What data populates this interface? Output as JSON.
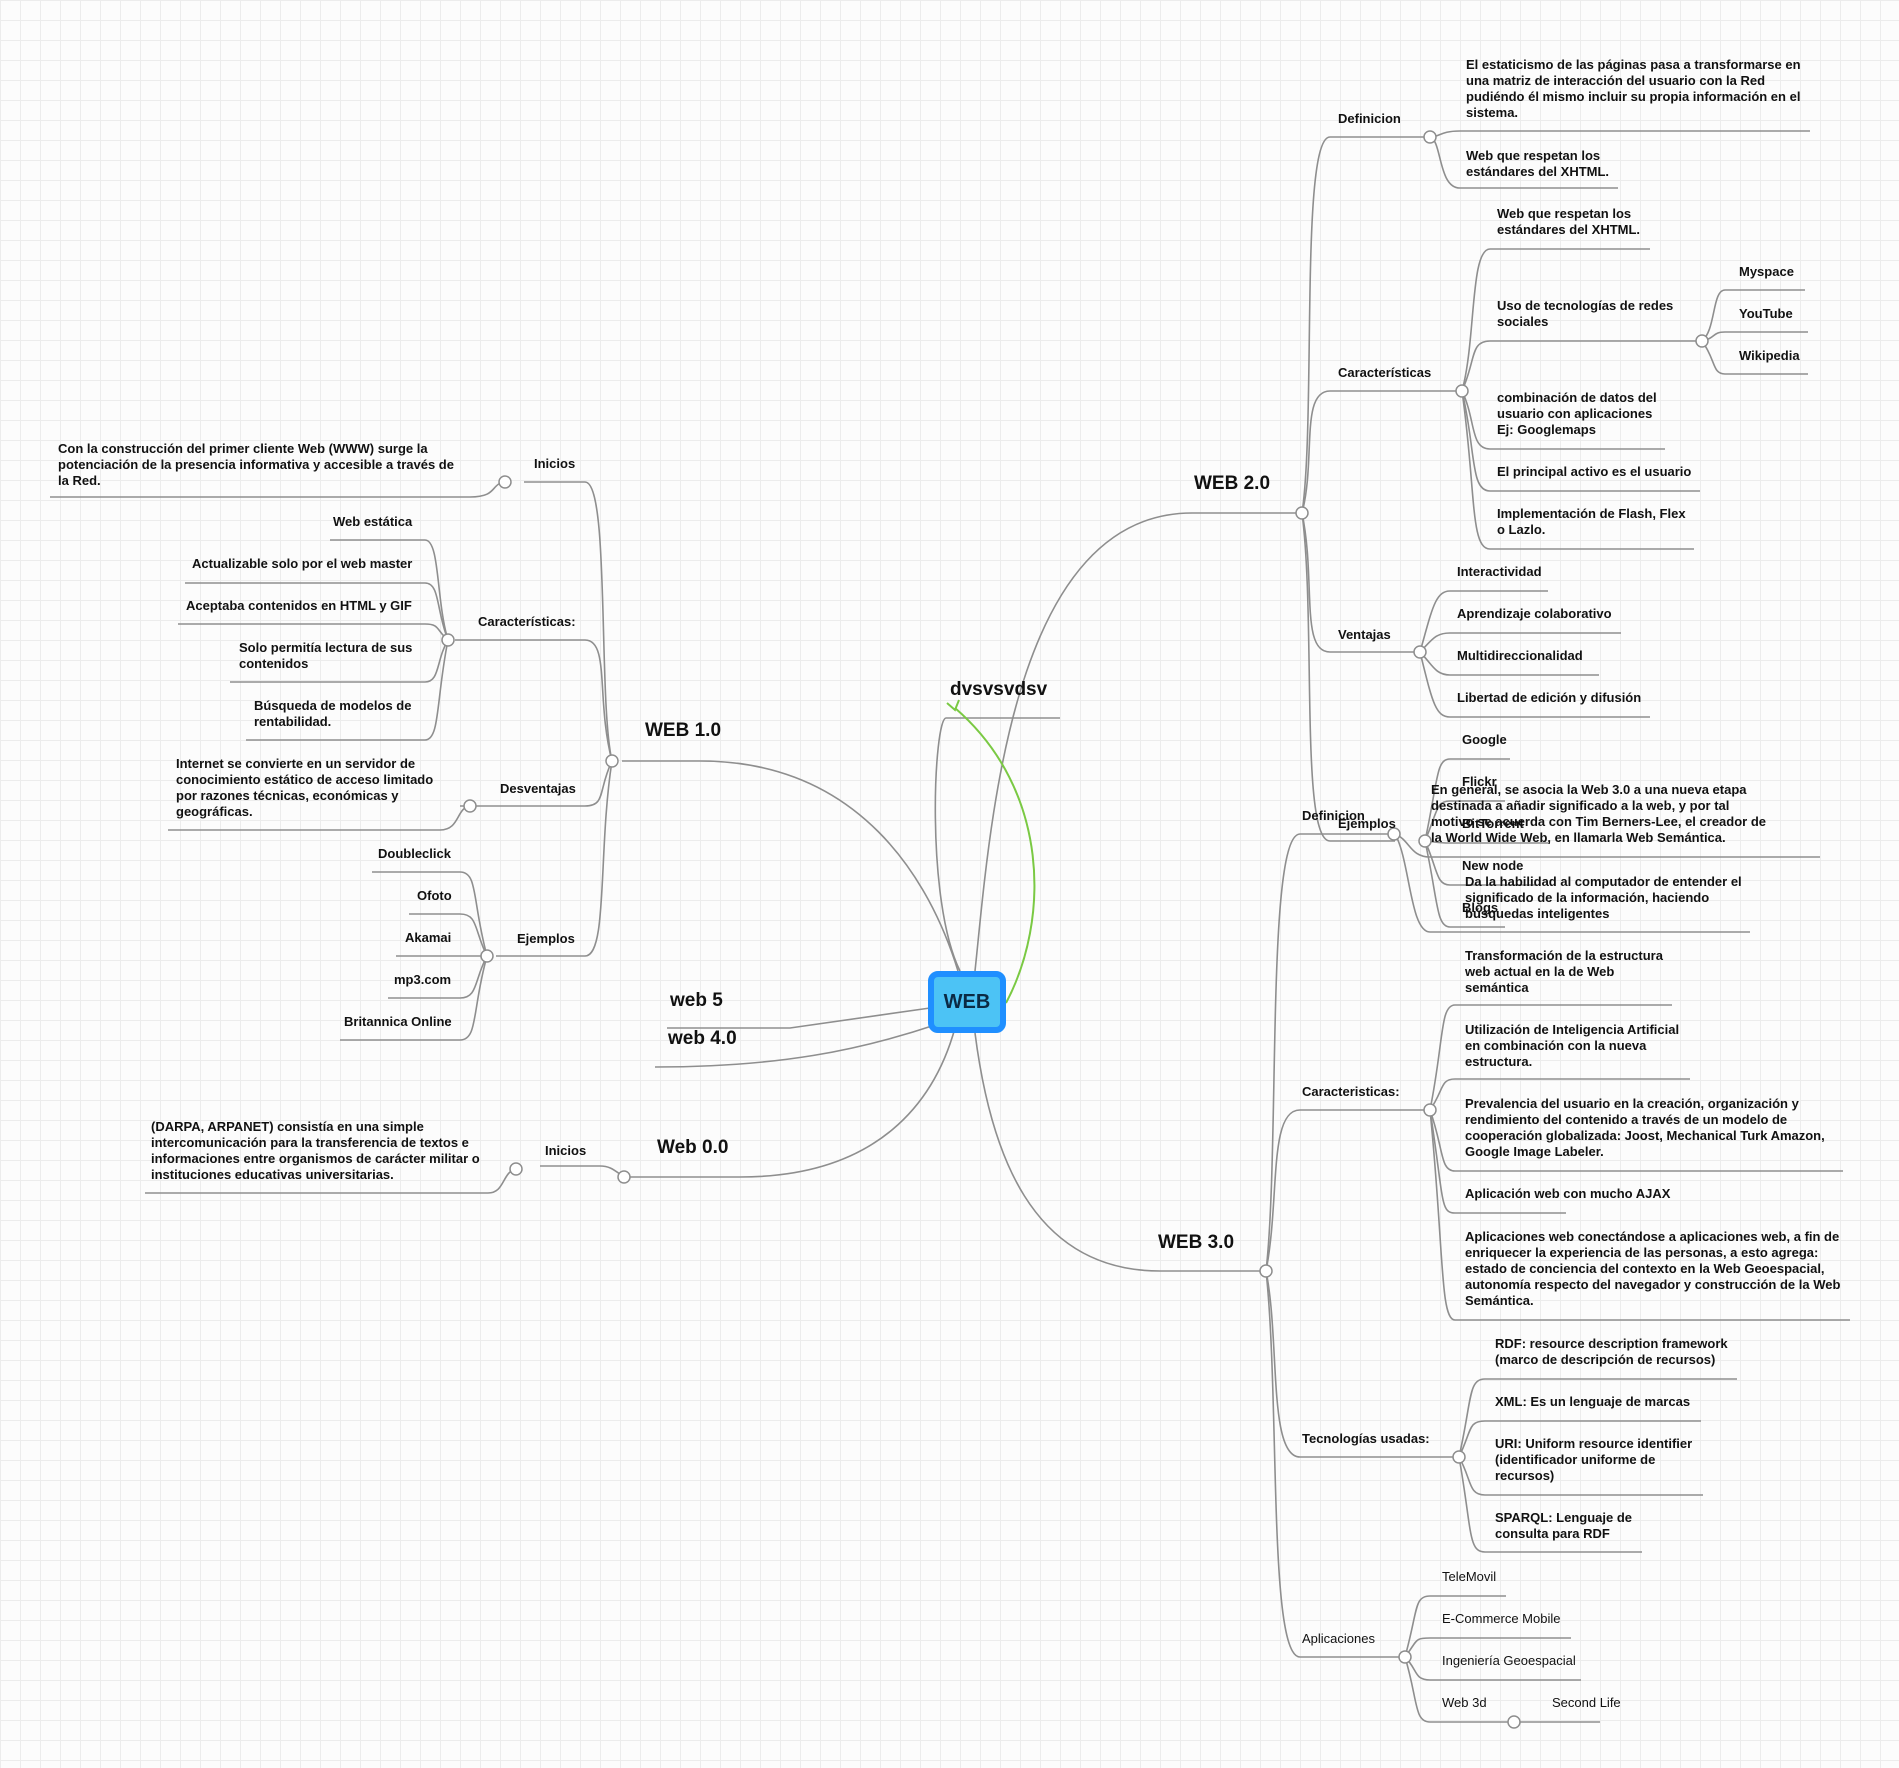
{
  "root": "WEB",
  "arrow_note": "dvsvsvdsv",
  "web5": "web 5",
  "web4": "web 4.0",
  "web0": {
    "title": "Web 0.0",
    "inicios": "Inicios",
    "inicios_text": "(DARPA, ARPANET) consistía en una simple intercomunicación para la transferencia de textos e informaciones entre organismos de carácter militar o instituciones educativas universitarias."
  },
  "web1": {
    "title": "WEB 1.0",
    "inicios": "Inicios",
    "inicios_text": "Con la construcción del primer cliente Web (WWW) surge la potenciación de la presencia informativa y accesible a través de la Red.",
    "caracteristicas": "Características:",
    "caracteristicas_items": [
      "Web estática",
      "Actualizable solo por el web master",
      "Aceptaba contenidos en HTML y GIF",
      "Solo permitía lectura de sus contenidos",
      "Búsqueda de modelos de rentabilidad."
    ],
    "desventajas": "Desventajas",
    "desventajas_text": "Internet se convierte en un servidor de conocimiento estático de acceso limitado por razones técnicas, económicas y geográficas.",
    "ejemplos": "Ejemplos",
    "ejemplos_items": [
      "Doubleclick",
      "Ofoto",
      "Akamai",
      "mp3.com",
      "Britannica Online"
    ]
  },
  "web2": {
    "title": "WEB 2.0",
    "definicion": "Definicion",
    "definicion_items": [
      "El estaticismo de las páginas pasa a transformarse en una matriz de interacción del usuario con la Red pudiéndo él mismo incluir su propia información en el sistema.",
      "Web que respetan los estándares del XHTML."
    ],
    "caracteristicas": "Características",
    "caracteristicas_items": [
      "Web que respetan los estándares del XHTML.",
      "Uso de tecnologías de redes sociales",
      "combinación de datos del usuario con aplicaciones Ej: Googlemaps",
      "El principal activo es el usuario",
      "Implementación de Flash, Flex o Lazlo."
    ],
    "redes_items": [
      "Myspace",
      "YouTube",
      "Wikipedia"
    ],
    "ventajas": "Ventajas",
    "ventajas_items": [
      "Interactividad",
      "Aprendizaje colaborativo",
      "Multidireccionalidad",
      "Libertad de edición y difusión"
    ],
    "ejemplos": "Ejemplos",
    "ejemplos_items": [
      "Google",
      "Flickr",
      "BitTorrent",
      "New node",
      "Blogs"
    ]
  },
  "web3": {
    "title": "WEB 3.0",
    "definicion": "Definicion",
    "definicion_items": [
      "En general, se asocia la Web 3.0 a una nueva etapa destinada a añadir significado a la web, y por tal motivo se acuerda con Tim Berners-Lee, el creador de la World Wide Web, en llamarla Web Semántica.",
      "Da la habilidad al computador de entender el significado de la información, haciendo búsquedas inteligentes"
    ],
    "caracteristicas": "Caracteristicas:",
    "caracteristicas_items": [
      "Transformación de la estructura web actual en la de Web semántica",
      "Utilización de Inteligencia Artificial en combinación con la nueva estructura.",
      "Prevalencia del usuario en la creación, organización y rendimiento del contenido a través de un modelo de cooperación globalizada: Joost, Mechanical Turk Amazon, Google Image Labeler.",
      "Aplicación web con mucho AJAX",
      "Aplicaciones web conectándose a aplicaciones web, a fin de enriquecer la experiencia de las personas, a esto agrega: estado de conciencia del contexto en la Web Geoespacial, autonomía respecto del navegador y construcción de la Web Semántica."
    ],
    "tecnologias": "Tecnologías usadas:",
    "tecnologias_items": [
      "RDF: resource description framework (marco de descripción de recursos)",
      "XML: Es un lenguaje de marcas",
      "URI: Uniform resource identifier (identificador uniforme de recursos)",
      "SPARQL: Lenguaje de consulta para RDF"
    ],
    "aplicaciones": "Aplicaciones",
    "aplicaciones_items": [
      "TeleMovil",
      "E-Commerce Mobile",
      "Ingeniería Geoespacial",
      "Web 3d"
    ],
    "web3d_child": "Second Life"
  },
  "colors": {
    "line": "#8e8e8e",
    "arrow": "#7ac943",
    "root_fill": "#4cc3f5",
    "root_border": "#1f8fff"
  }
}
